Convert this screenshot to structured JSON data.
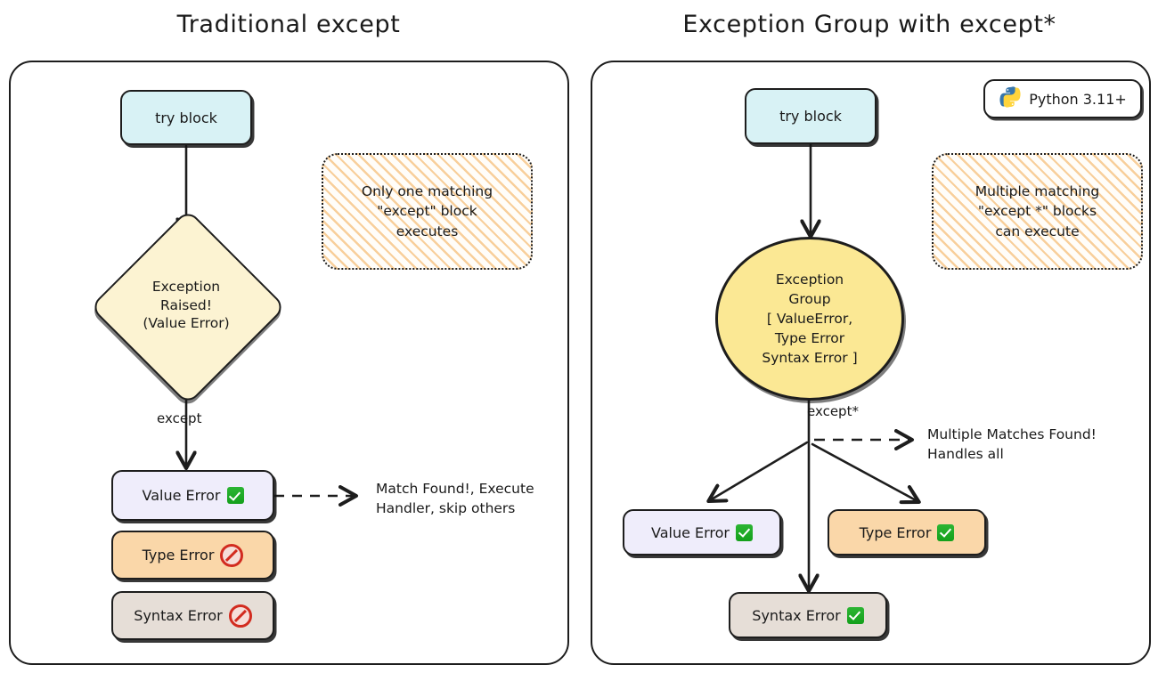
{
  "titles": {
    "left": "Traditional except",
    "right": "Exception Group with except*"
  },
  "badge": {
    "icon": "python-logo-icon",
    "label": "Python 3.11+"
  },
  "left_panel": {
    "try_block": "try block",
    "decision": {
      "line1": "Exception",
      "line2": "Raised!",
      "line3": "(Value Error)"
    },
    "edge_label": "except",
    "note": {
      "line1": "Only one matching",
      "line2": "\"except\" block",
      "line3": "executes"
    },
    "handlers": [
      {
        "label": "Value Error",
        "status": "check",
        "color": "#efedfb"
      },
      {
        "label": "Type Error",
        "status": "ban",
        "color": "#fad7a9"
      },
      {
        "label": "Syntax Error",
        "status": "ban",
        "color": "#e6ded7"
      }
    ],
    "annotation": {
      "line1": "Match Found!, Execute",
      "line2": "Handler, skip others"
    }
  },
  "right_panel": {
    "try_block": "try block",
    "group": {
      "line1": "Exception",
      "line2": "Group",
      "line3": "[ ValueError,",
      "line4": "Type Error",
      "line5": "Syntax Error ]"
    },
    "edge_label": "except*",
    "note": {
      "line1": "Multiple matching",
      "line2": "\"except *\" blocks",
      "line3": "can execute"
    },
    "handlers": [
      {
        "label": "Value Error",
        "status": "check",
        "color": "#efedfb"
      },
      {
        "label": "Type Error",
        "status": "check",
        "color": "#fad7a9"
      },
      {
        "label": "Syntax Error",
        "status": "check",
        "color": "#e6ded7"
      }
    ],
    "annotation": {
      "line1": "Multiple Matches Found!",
      "line2": "Handles all"
    }
  },
  "colors": {
    "stroke": "#1d1d1d",
    "try_block": "#d8f2f5",
    "decision": "#fcf3d2",
    "group_circle": "#fbe894",
    "note_hatch": "#f8cf9b",
    "value_error": "#efedfb",
    "type_error": "#fad7a9",
    "syntax_error": "#e6ded7",
    "python_blue": "#3776ab",
    "python_yellow": "#ffd43b",
    "ok_green": "#14a01b",
    "block_red": "#d22b1f"
  }
}
